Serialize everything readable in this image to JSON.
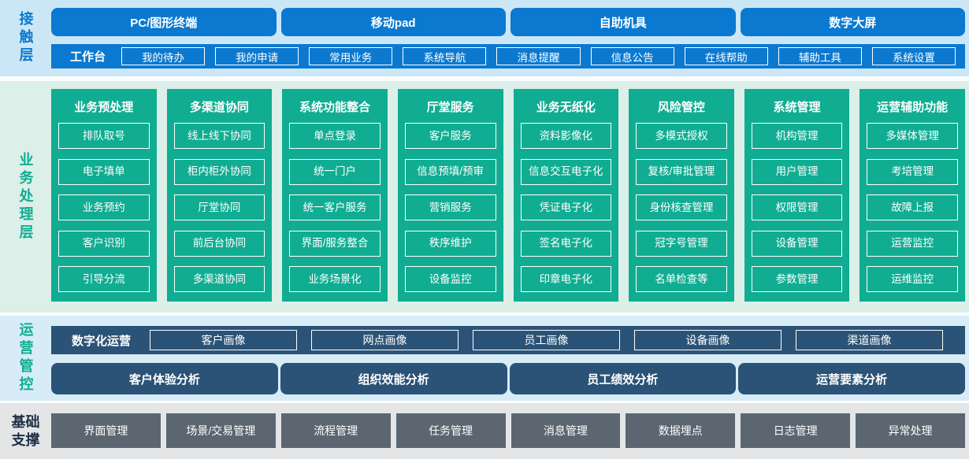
{
  "colors": {
    "primary_blue": "#0b79d0",
    "teal_green": "#10ad92",
    "navy": "#2b5377",
    "slate_gray": "#5b6670",
    "contact_bg": "#cbe7f6",
    "business_bg": "#dcefe8",
    "operations_bg": "#d7ecf7",
    "foundation_bg": "#e3e5e7"
  },
  "contact": {
    "label": "接触层",
    "terminals": [
      "PC/图形终端",
      "移动pad",
      "自助机具",
      "数字大屏"
    ],
    "workbench": {
      "label": "工作台",
      "items": [
        "我的待办",
        "我的申请",
        "常用业务",
        "系统导航",
        "消息提醒",
        "信息公告",
        "在线帮助",
        "辅助工具",
        "系统设置"
      ]
    }
  },
  "business": {
    "label": "业务处理层",
    "columns": [
      {
        "header": "业务预处理",
        "items": [
          "排队取号",
          "电子填单",
          "业务预约",
          "客户识别",
          "引导分流"
        ]
      },
      {
        "header": "多渠道协同",
        "items": [
          "线上线下协同",
          "柜内柜外协同",
          "厅堂协同",
          "前后台协同",
          "多渠道协同"
        ]
      },
      {
        "header": "系统功能整合",
        "items": [
          "单点登录",
          "统一门户",
          "统一客户服务",
          "界面/服务整合",
          "业务场景化"
        ]
      },
      {
        "header": "厅堂服务",
        "items": [
          "客户服务",
          "信息预填/预审",
          "营销服务",
          "秩序维护",
          "设备监控"
        ]
      },
      {
        "header": "业务无纸化",
        "items": [
          "资料影像化",
          "信息交互电子化",
          "凭证电子化",
          "签名电子化",
          "印章电子化"
        ]
      },
      {
        "header": "风险管控",
        "items": [
          "多模式授权",
          "复核/审批管理",
          "身份核查管理",
          "冠字号管理",
          "名单检查等"
        ]
      },
      {
        "header": "系统管理",
        "items": [
          "机构管理",
          "用户管理",
          "权限管理",
          "设备管理",
          "参数管理"
        ]
      },
      {
        "header": "运营辅助功能",
        "items": [
          "多媒体管理",
          "考培管理",
          "故障上报",
          "运营监控",
          "运维监控"
        ]
      }
    ]
  },
  "operations": {
    "label": "运营管控",
    "digital": {
      "label": "数字化运营",
      "items": [
        "客户画像",
        "网点画像",
        "员工画像",
        "设备画像",
        "渠道画像"
      ]
    },
    "analyses": [
      "客户体验分析",
      "组织效能分析",
      "员工绩效分析",
      "运营要素分析"
    ]
  },
  "foundation": {
    "label": "基础支撑",
    "items": [
      "界面管理",
      "场景/交易管理",
      "流程管理",
      "任务管理",
      "消息管理",
      "数据埋点",
      "日志管理",
      "异常处理"
    ]
  }
}
